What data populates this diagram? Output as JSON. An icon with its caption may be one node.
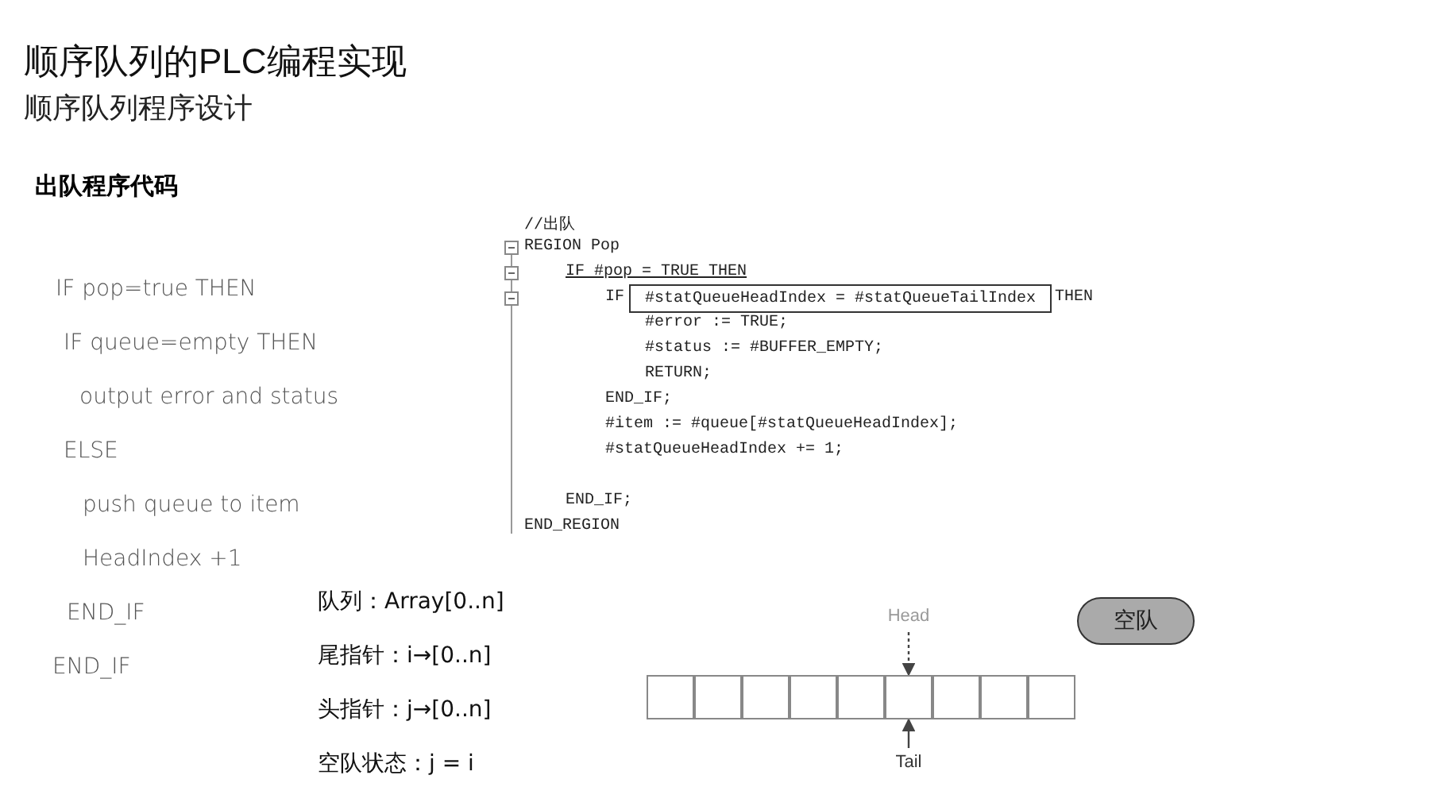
{
  "diagram": {
    "title": "顺序队列的PLC编程实现",
    "nodes": [
      {
        "text": [
          "#statQueueHeadIndex = #statQueueTailIndex"
        ]
      },
      {
        "text": [
          "Head"
        ]
      },
      {
        "text": [],
        "shape": "box"
      },
      {
        "text": [],
        "shape": "box"
      },
      {
        "text": [],
        "shape": "box"
      },
      {
        "text": [],
        "shape": "box"
      },
      {
        "text": [],
        "shape": "box"
      },
      {
        "text": [],
        "shape": "box"
      },
      {
        "text": [],
        "shape": "box"
      },
      {
        "text": [],
        "shape": "box"
      },
      {
        "text": [],
        "shape": "box"
      },
      {
        "text": [
          "Tail"
        ]
      },
      {
        "text": [
          "空队"
        ]
      }
    ],
    "edges": [
      {
        "from": 1,
        "to": 7,
        "arrow": "to",
        "style": "dashed"
      },
      {
        "from": 11,
        "to": 7,
        "arrow": "to"
      }
    ],
    "labels": [
      "顺序队列程序设计",
      "出队程序代码",
      "IF pop=true THEN",
      "IF queue=empty THEN",
      "output error and status",
      "ELSE",
      "push queue to item",
      "HeadIndex +1",
      "END_IF",
      "END_IF",
      "//出队",
      "REGION Pop",
      "IF #pop = TRUE THEN",
      "IF",
      "THEN",
      "#error := TRUE;",
      "#status := #BUFFER_EMPTY;",
      "RETURN;",
      "END_IF;",
      "#item := #queue[#statQueueHeadIndex];",
      "#statQueueHeadIndex += 1;",
      "END_IF;",
      "END_REGION",
      "队列：Array[0..n]",
      "尾指针：i→[0..n]",
      "头指针：j→[0..n]",
      "空队状态：j = i"
    ]
  }
}
